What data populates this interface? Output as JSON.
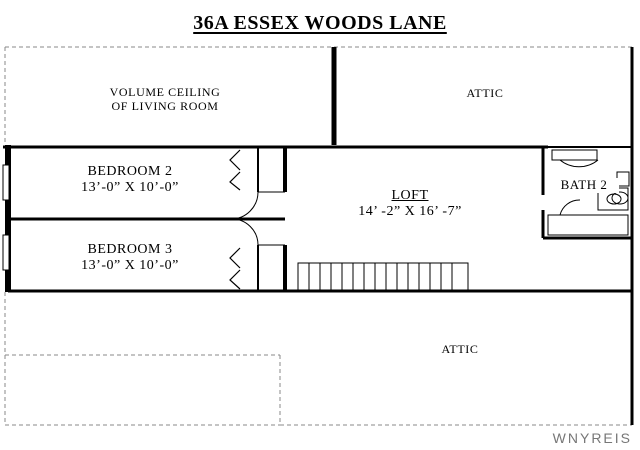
{
  "title": "36A ESSEX WOODS LANE",
  "rooms": {
    "volume_ceiling": {
      "line1": "VOLUME CEILING",
      "line2": "OF LIVING ROOM"
    },
    "attic_top": {
      "name": "ATTIC"
    },
    "bedroom2": {
      "name": "BEDROOM 2",
      "dims": "13’-0” X 10’-0”"
    },
    "bedroom3": {
      "name": "BEDROOM 3",
      "dims": "13’-0” X 10’-0”"
    },
    "loft": {
      "name": "LOFT",
      "dims": "14’ -2” X 16’ -7”"
    },
    "bath2": {
      "name": "BATH 2"
    },
    "attic_bottom": {
      "name": "ATTIC"
    }
  },
  "watermark": "WNYREIS"
}
